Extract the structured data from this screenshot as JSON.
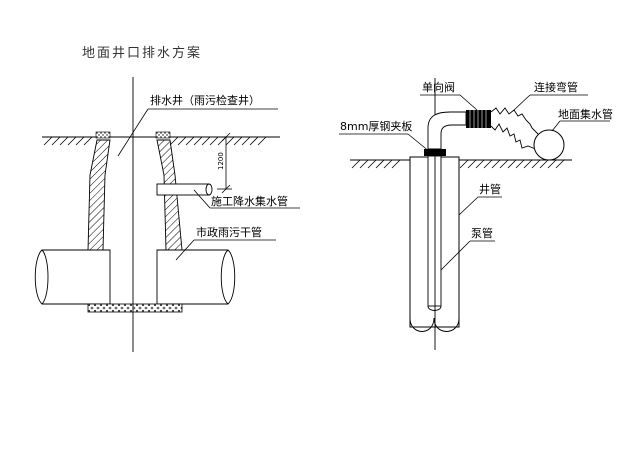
{
  "title": "地面井口排水方案",
  "left": {
    "label_well": "排水井（雨污检查井）",
    "dimension": "1200",
    "label_collector": "施工降水集水管",
    "label_sewer": "市政雨污干管"
  },
  "right": {
    "label_valve": "单向阀",
    "label_elbow": "连接弯管",
    "label_ground_pipe": "地面集水管",
    "label_plate": "8mm厚钢夹板",
    "label_well_pipe": "井管",
    "label_pump_pipe": "泵管"
  }
}
